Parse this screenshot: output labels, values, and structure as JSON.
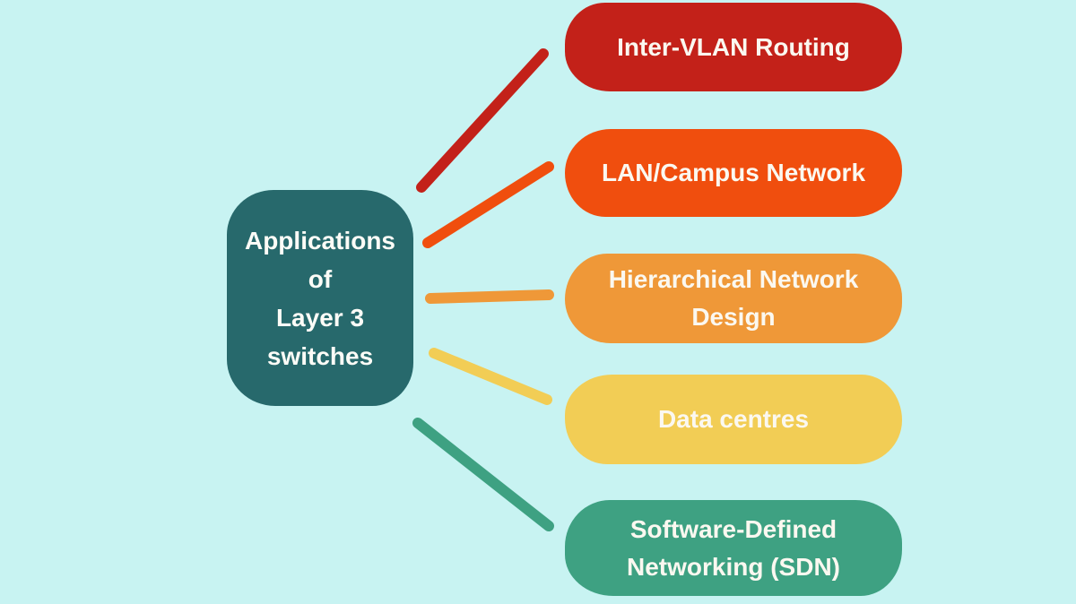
{
  "background_color": "#C8F3F2",
  "title": {
    "text": "Applications of Layer 3 switches",
    "lines": [
      "Applications",
      "of",
      "Layer 3",
      "switches"
    ],
    "bg_color": "#27696C",
    "text_color": "#FCFCF7"
  },
  "nodes": [
    {
      "label": "Inter-VLAN Routing",
      "color": "#C32119"
    },
    {
      "label": "LAN/Campus Network",
      "color": "#F04E0E"
    },
    {
      "label": "Hierarchical Network Design",
      "color": "#EF9838"
    },
    {
      "label": "Data centres",
      "color": "#F2CD55"
    },
    {
      "label": "Software-Defined Networking (SDN)",
      "color": "#3EA182"
    }
  ],
  "node_label_color": "#FBF8F0"
}
